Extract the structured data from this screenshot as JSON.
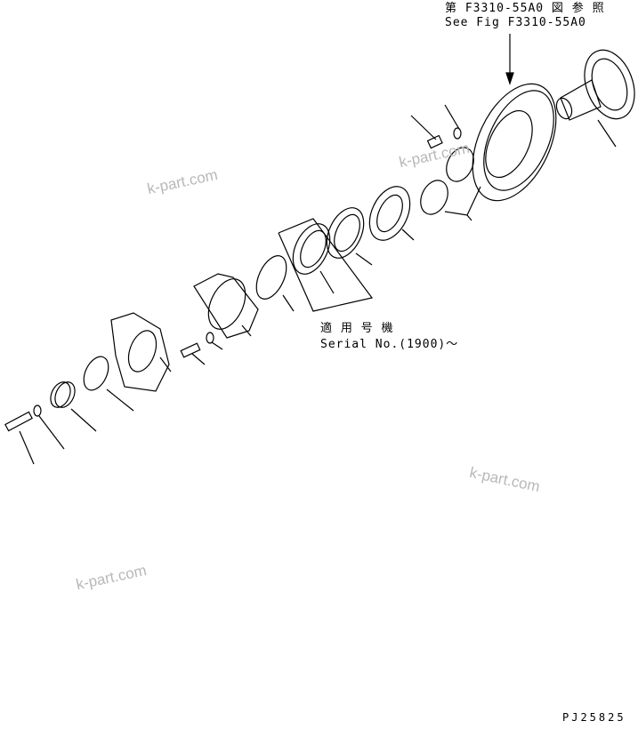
{
  "reference_note": {
    "line1": "第 F3310-55A0 図 参 照",
    "line2": "See Fig F3310-55A0"
  },
  "serial_note": {
    "line1": "適 用 号 機",
    "line2": "Serial No.(1900)～"
  },
  "watermark": "k-part.com",
  "drawing_id": "PJ25825"
}
